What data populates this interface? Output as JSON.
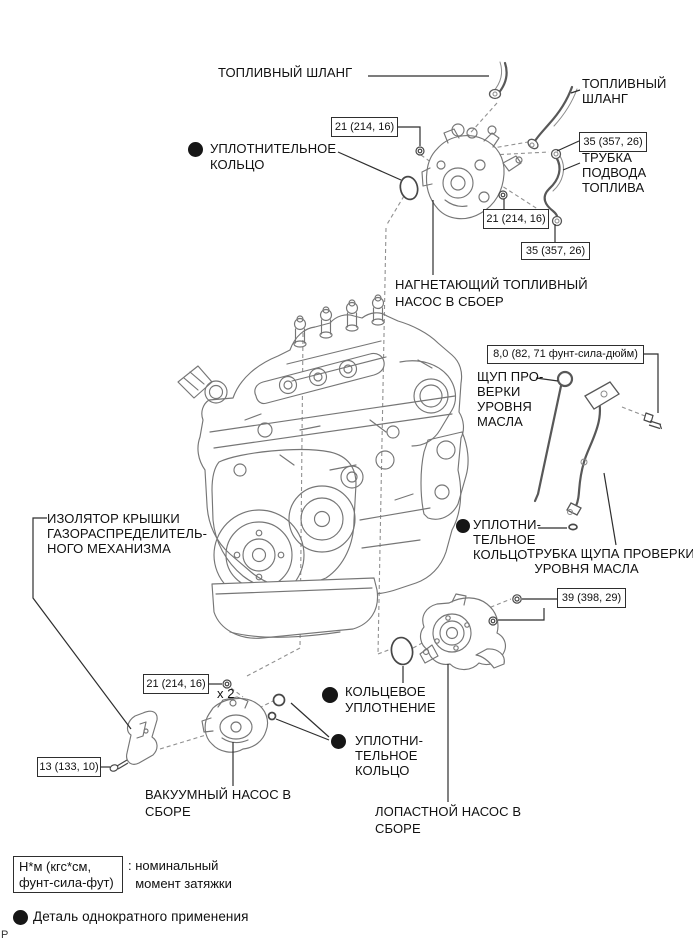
{
  "diagram": {
    "labels": {
      "fuel_hose_top": "ТОПЛИВНЫЙ ШЛАНГ",
      "fuel_hose_right": "ТОПЛИВНЫЙ\nШЛАНГ",
      "seal_ring_top": "УПЛОТНИТЕЛЬНОЕ\nКОЛЬЦО",
      "fuel_inlet_pipe": "ТРУБКА\nПОДВОДА\nТОПЛИВА",
      "supply_pump": "НАГНЕТАЮЩИЙ ТОПЛИВНЫЙ\nНАСОС В СБОЕР",
      "oil_dipstick": "ЩУП ПРО-\nВЕРКИ\nУРОВНЯ\nМАСЛА",
      "insulator": "ИЗОЛЯТОР КРЫШКИ\nГАЗОРАСПРЕДЕЛИТЕЛЬ-\nНОГО МЕХАНИЗМА",
      "seal_ring_right": "УПЛОТНИ-\nТЕЛЬНОЕ\nКОЛЬЦО",
      "dipstick_tube": "ТРУБКА ЩУПА ПРОВЕРКИ\n  УРОВНЯ МАСЛА",
      "ring_seal": "КОЛЬЦЕВОЕ\nУПЛОТНЕНИЕ",
      "seal_ring_bottom": "УПЛОТНИ-\nТЕЛЬНОЕ\nКОЛЬЦО",
      "vacuum_pump": "ВАКУУМНЫЙ НАСОС В\nСБОРЕ",
      "vane_pump": "ЛОПАСТНОЙ НАСОС В\nСБОРЕ",
      "multiplier": "x 2"
    },
    "torque_boxes": [
      {
        "id": "fuel-pump-bolt-upper",
        "value": "21 (214, 16)"
      },
      {
        "id": "fuel-pipe-union-upper",
        "value": "35 (357, 26)"
      },
      {
        "id": "fuel-pump-bolt-lower",
        "value": "21 (214, 16)"
      },
      {
        "id": "fuel-pipe-union-lower",
        "value": "35 (357, 26)"
      },
      {
        "id": "dipstick-tube-bolt",
        "value": "8,0 (82, 71 фунт-сила-дюйм)"
      },
      {
        "id": "vane-pump-bolt",
        "value": "39 (398, 29)"
      },
      {
        "id": "vacuum-pump-bolt",
        "value": "21 (214, 16)"
      },
      {
        "id": "insulator-bolt",
        "value": "13 (133, 10)"
      }
    ],
    "legend": {
      "torque_units": "Н*м (кгс*см,\nфунт-сила-фут)",
      "torque_note": ": номинальный\n  момент затяжки",
      "single_use_note": "Деталь однократного применения"
    },
    "corner_mark": "Р",
    "icons": {
      "single_use_bullet": "filled-circle"
    },
    "colors": {
      "line_art": "#767676",
      "leader": "#2e2e2e",
      "text": "#111111",
      "background": "#ffffff"
    }
  }
}
